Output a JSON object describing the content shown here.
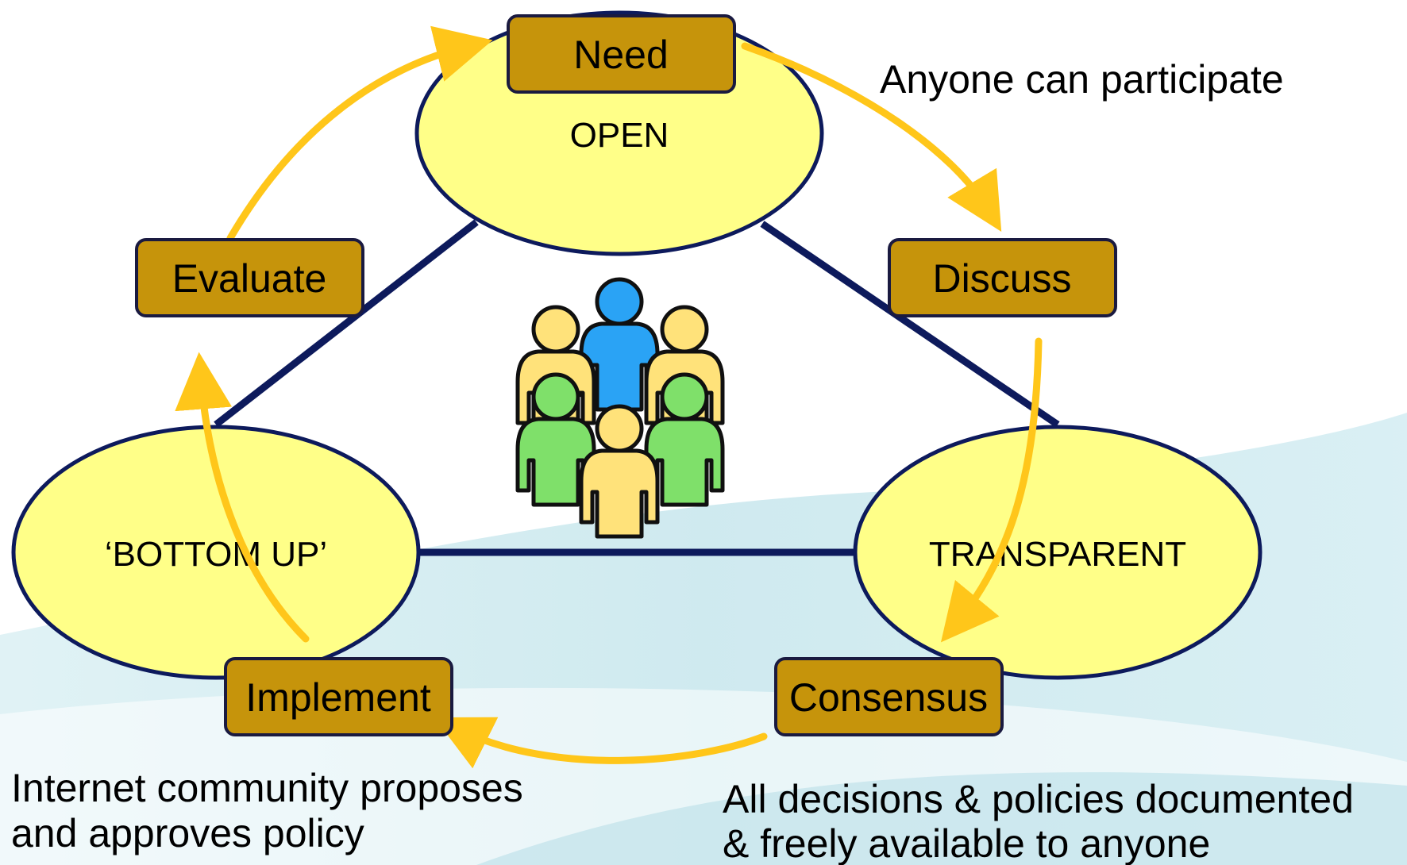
{
  "principles": {
    "open": "OPEN",
    "bottom_up": "‘BOTTOM UP’",
    "transparent": "TRANSPARENT"
  },
  "steps": {
    "need": "Need",
    "discuss": "Discuss",
    "consensus": "Consensus",
    "implement": "Implement",
    "evaluate": "Evaluate"
  },
  "captions": {
    "open": "Anyone can participate",
    "bottom_up": [
      "Internet community proposes",
      "and approves policy"
    ],
    "transparent": [
      "All decisions & policies documented",
      "& freely available to anyone"
    ]
  },
  "icons": {
    "center": "people-group-icon"
  },
  "colors": {
    "ellipse_fill": "#ffff88",
    "ellipse_stroke": "#0d1a5c",
    "step_fill": "#c6940b",
    "step_stroke": "#1a1a40",
    "arrow": "#ffc61a",
    "triangle_line": "#0d1a5c",
    "person_blue": "#2aa3f5",
    "person_yellow": "#ffe27a",
    "person_green": "#7fe06a"
  }
}
